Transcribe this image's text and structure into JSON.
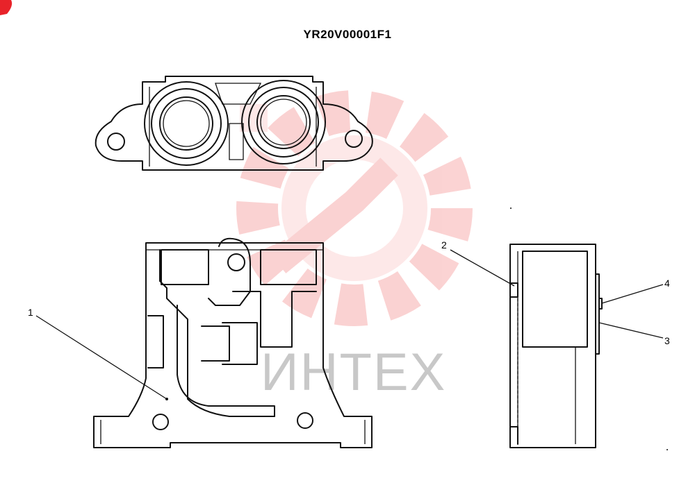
{
  "title": "YR20V00001F1",
  "callouts": [
    {
      "label": "1"
    },
    {
      "label": "2"
    },
    {
      "label": "4"
    },
    {
      "label": "3"
    }
  ],
  "watermark": {
    "text": "ИНТЕХ",
    "color": "#f08080",
    "icon": "gear-wrench-logo"
  }
}
